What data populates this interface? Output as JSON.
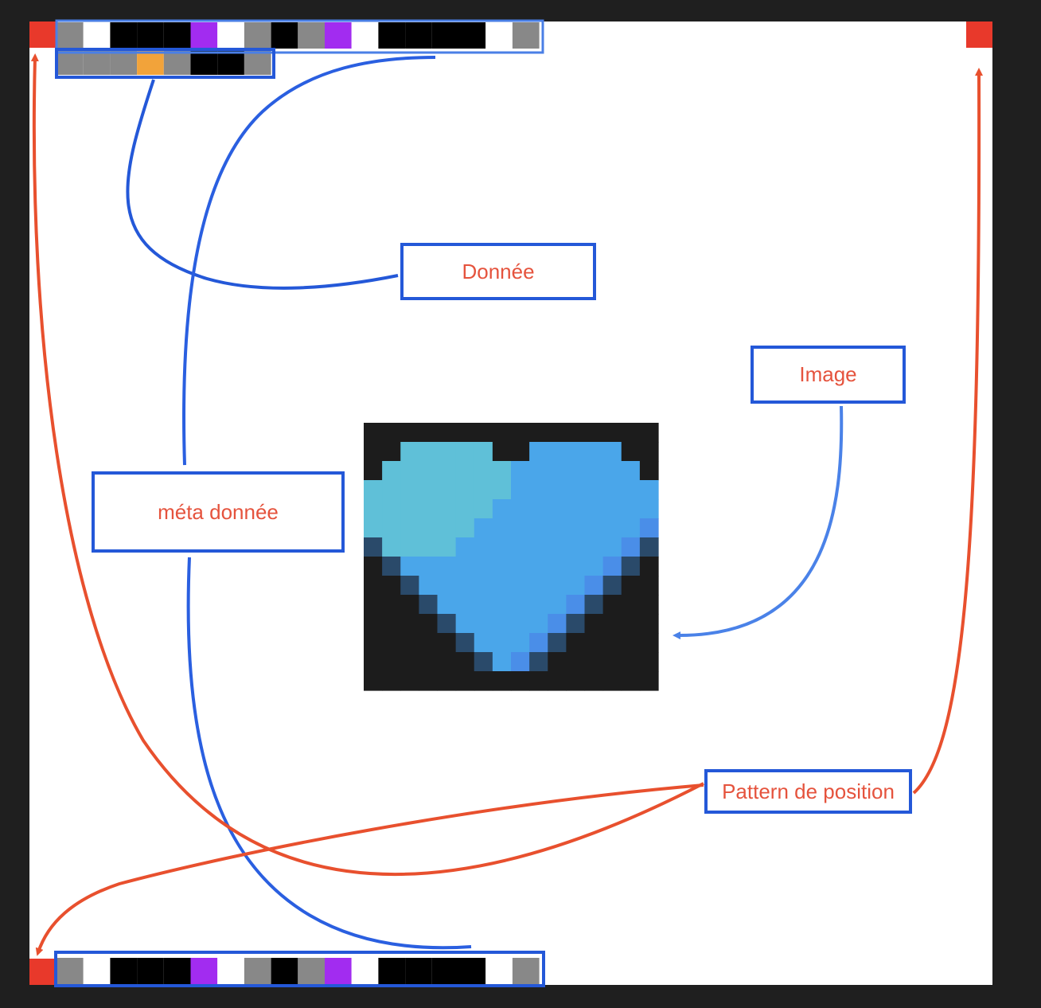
{
  "labels": {
    "donnee": "Donnée",
    "image": "Image",
    "meta": "méta donnée",
    "pattern": "Pattern de position"
  },
  "colors": {
    "background": "#1f1f1f",
    "canvas": "#ffffff",
    "position_marker": "#e8392b",
    "box_border": "#2458d8",
    "label_text": "#e5533d",
    "arrow_red": "#e8502e",
    "arrow_blue": "#2a5fe0",
    "arrow_blue_light": "#4a82e8"
  },
  "strips": {
    "top_row": [
      "#888888",
      "#ffffff",
      "#000000",
      "#000000",
      "#000000",
      "#a22cf0",
      "#ffffff",
      "#888888",
      "#000000",
      "#888888",
      "#a22cf0",
      "#ffffff",
      "#000000",
      "#000000",
      "#000000",
      "#000000",
      "#ffffff",
      "#888888"
    ],
    "second_row": [
      "#888888",
      "#888888",
      "#888888",
      "#f2a33a",
      "#888888",
      "#000000",
      "#000000",
      "#888888"
    ],
    "bottom_row": [
      "#888888",
      "#ffffff",
      "#000000",
      "#000000",
      "#000000",
      "#a22cf0",
      "#ffffff",
      "#888888",
      "#000000",
      "#888888",
      "#a22cf0",
      "#ffffff",
      "#000000",
      "#000000",
      "#000000",
      "#000000",
      "#ffffff",
      "#888888"
    ]
  },
  "heart_image": {
    "icon": "pixel-heart-icon",
    "colors": {
      "dark": "#1c1c1c",
      "light": "#5fc0d8",
      "mid": "#4aa6ea",
      "deep": "#4a8ee8"
    }
  }
}
